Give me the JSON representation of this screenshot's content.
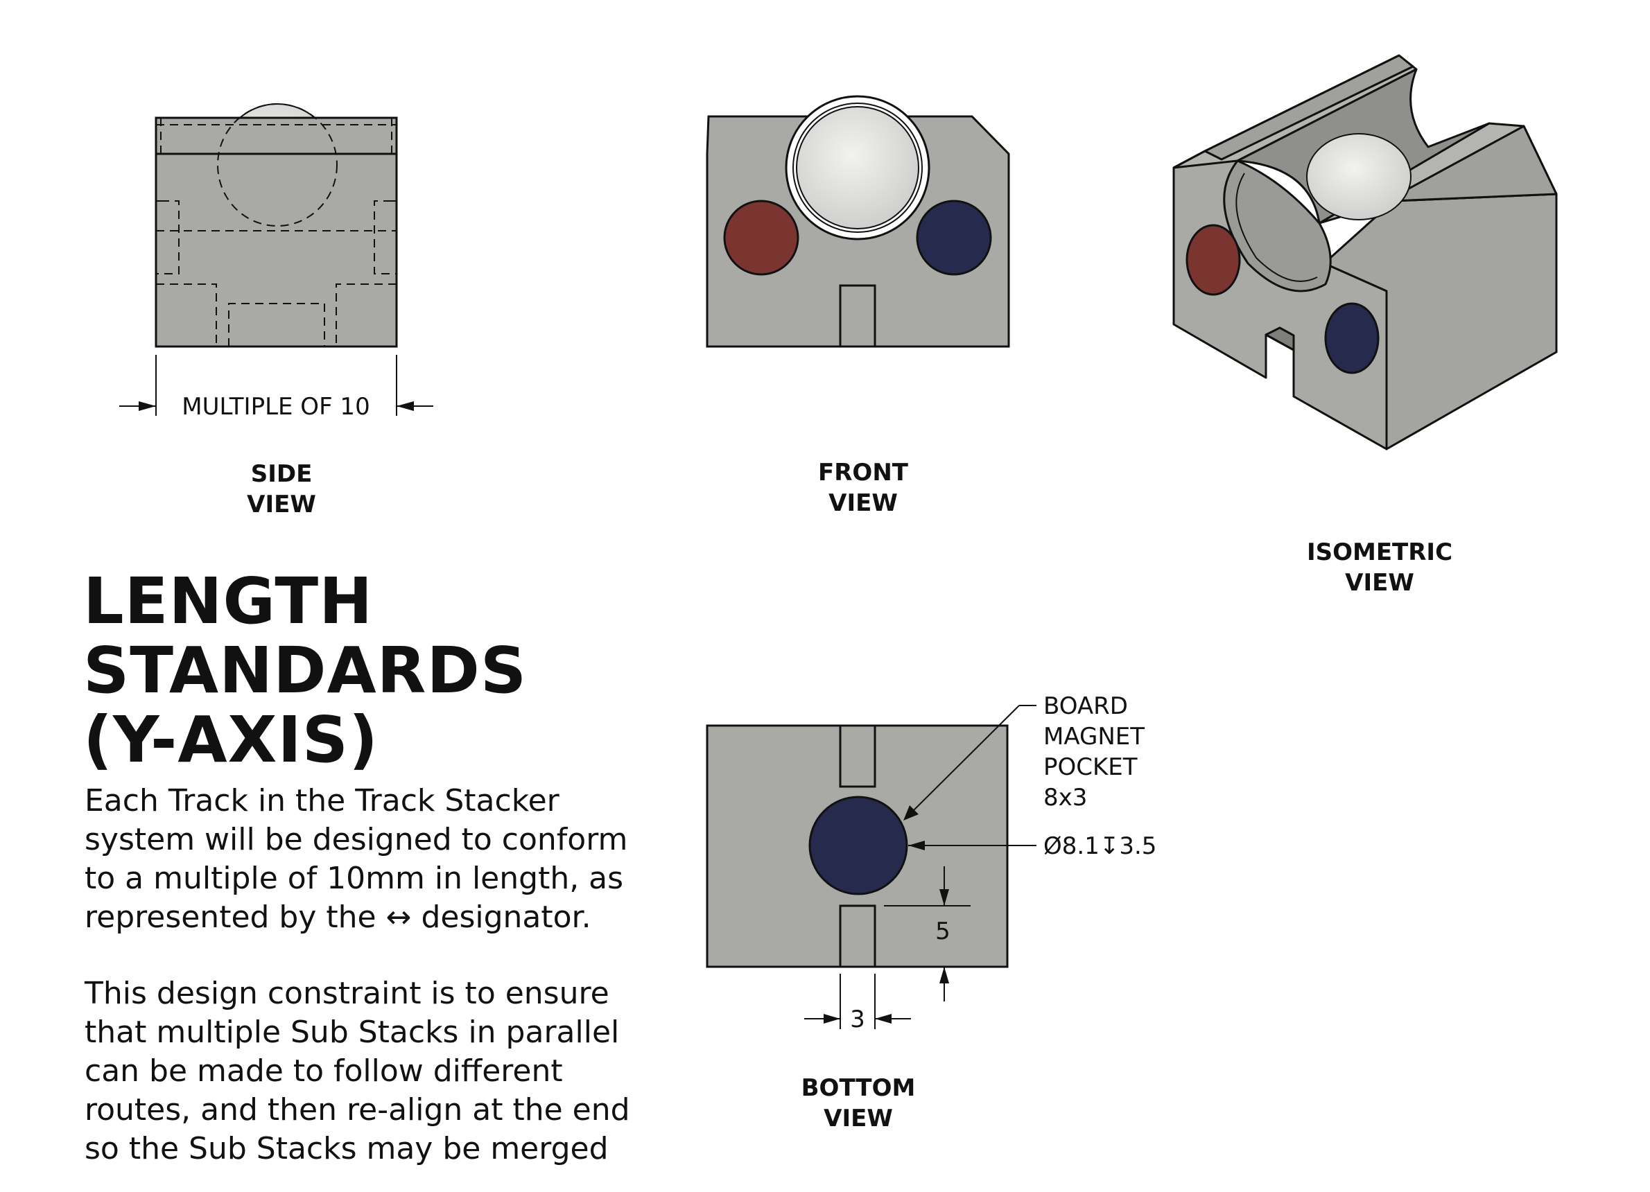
{
  "views": {
    "side": {
      "line1": "SIDE",
      "line2": "VIEW",
      "dimension": "MULTIPLE OF 10"
    },
    "front": {
      "line1": "FRONT",
      "line2": "VIEW"
    },
    "isometric": {
      "line1": "ISOMETRIC",
      "line2": "VIEW"
    },
    "bottom": {
      "line1": "BOTTOM",
      "line2": "VIEW",
      "callout": [
        "BOARD",
        "MAGNET",
        "POCKET",
        "8x3"
      ],
      "hole_spec": "Ø8.1↧3.5",
      "dim_offset": "5",
      "dim_slot_width": "3"
    }
  },
  "heading": [
    "LENGTH",
    "STANDARDS",
    "(Y-AXIS)"
  ],
  "paragraphs": [
    "Each Track in the Track Stacker\nsystem will be designed to conform\nto a multiple of 10mm in length, as\nrepresented by the ↔ designator.",
    "  This design constraint is to ensure\nthat multiple Sub Stacks in parallel\ncan be made to follow different\nroutes, and then re-align at the end\nso the Sub Stacks may be merged"
  ],
  "colors": {
    "body": "#a9a9a5",
    "body_dark": "#8f8f8b",
    "magnet_red": "#7a3530",
    "magnet_blue": "#262a4d",
    "ball": "#e2e2e0",
    "line": "#111111"
  }
}
